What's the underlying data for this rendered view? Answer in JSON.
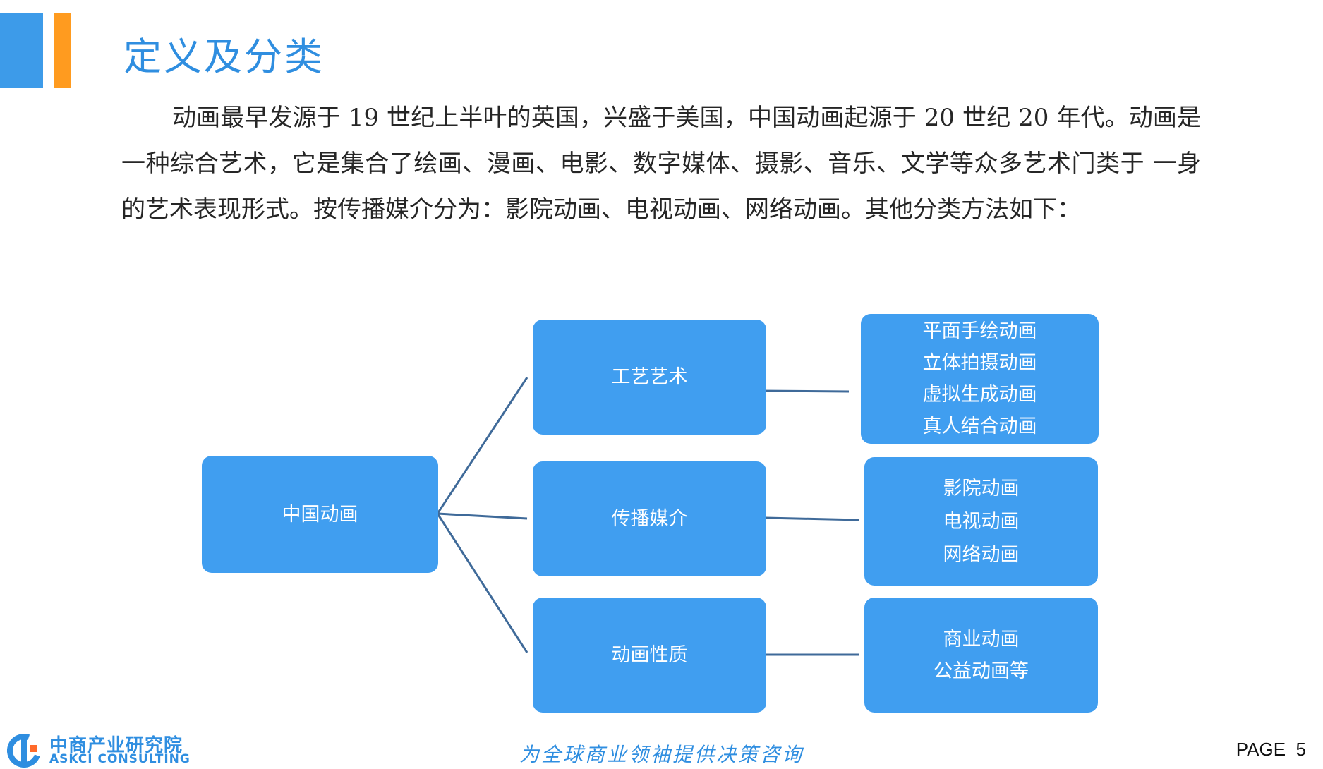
{
  "header": {
    "title": "定义及分类"
  },
  "intro": {
    "text": "动画最早发源于 19 世纪上半叶的英国，兴盛于美国，中国动画起源于 20 世纪 20 年代。动画是  一种综合艺术，它是集合了绘画、漫画、电影、数字媒体、摄影、音乐、文学等众多艺术门类于  一身的艺术表现形式。按传播媒介分为：影院动画、电视动画、网络动画。其他分类方法如下："
  },
  "diagram": {
    "root": "中国动画",
    "categories": [
      {
        "label": "工艺艺术",
        "items": [
          "平面手绘动画",
          "立体拍摄动画",
          "虚拟生成动画",
          "真人结合动画"
        ]
      },
      {
        "label": "传播媒介",
        "items": [
          "影院动画",
          "电视动画",
          "网络动画"
        ]
      },
      {
        "label": "动画性质",
        "items": [
          "商业动画",
          "公益动画等"
        ]
      }
    ],
    "colors": {
      "node": "#409ef0",
      "connector": "#3f6a99"
    }
  },
  "footer": {
    "logo_cn": "中商产业研究院",
    "logo_en": "ASKCI CONSULTING",
    "slogan": "为全球商业领袖提供决策咨询",
    "page": "PAGE  5"
  },
  "colors": {
    "accent_blue": "#3d9be9",
    "accent_orange": "#ff9b1f",
    "title": "#2f8ee0"
  }
}
